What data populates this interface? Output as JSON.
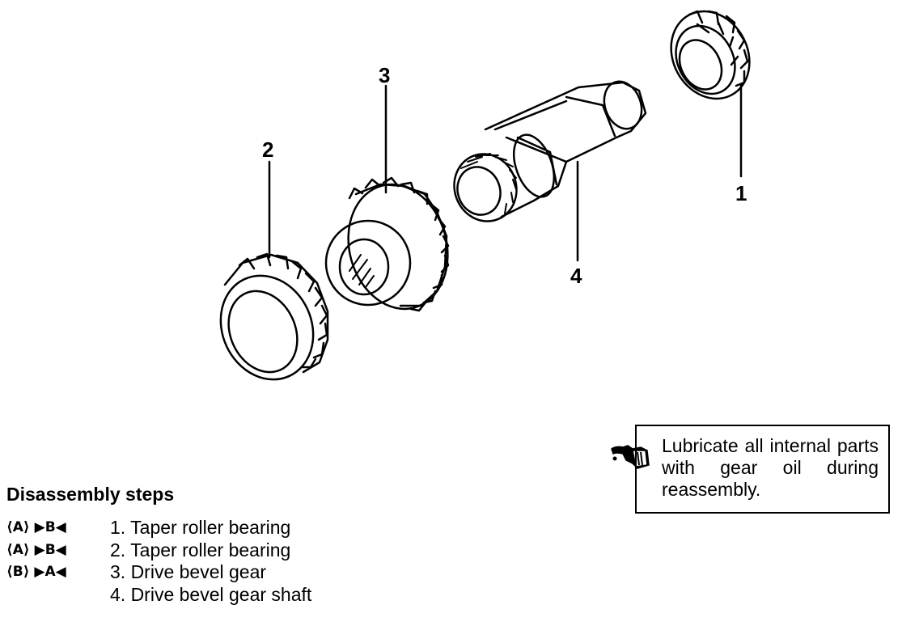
{
  "callouts": {
    "c1": "1",
    "c2": "2",
    "c3": "3",
    "c4": "4"
  },
  "note": {
    "text": "Lubricate all internal parts with gear oil during reassembly.",
    "icon": "oil-can-icon"
  },
  "steps": {
    "title": "Disassembly steps",
    "items": [
      {
        "codes": "⟨A⟩ ▶B◀",
        "label": "1. Taper roller bearing"
      },
      {
        "codes": "⟨A⟩ ▶B◀",
        "label": "2. Taper roller bearing"
      },
      {
        "codes": "⟨B⟩ ▶A◀",
        "label": "3. Drive bevel gear"
      },
      {
        "codes": "",
        "label": "4. Drive bevel gear shaft"
      }
    ]
  }
}
